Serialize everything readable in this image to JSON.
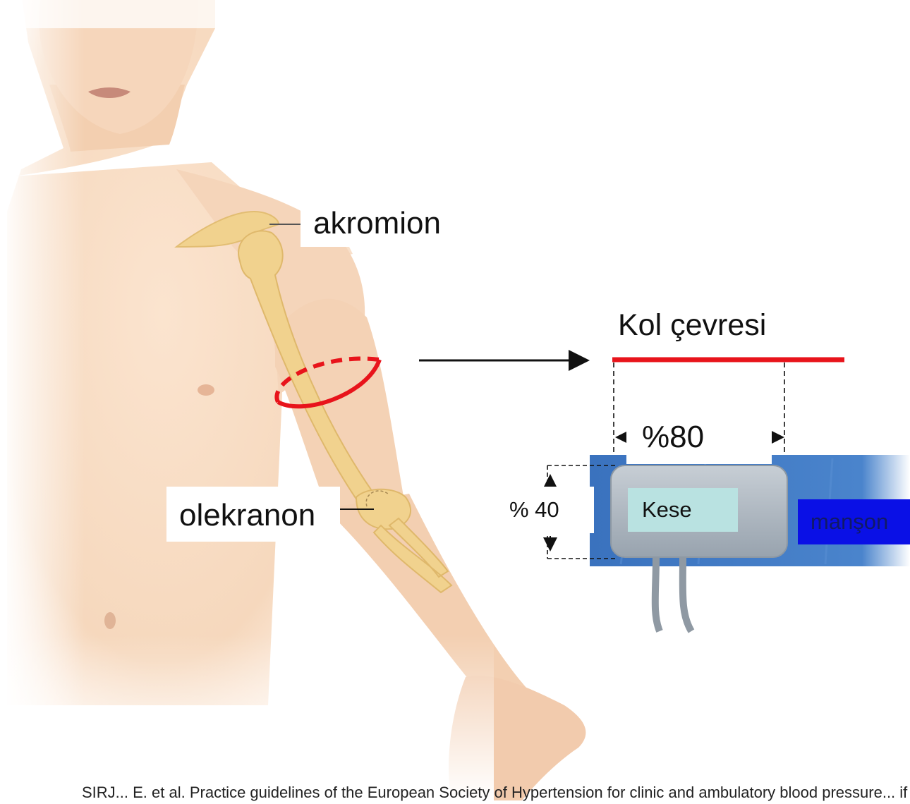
{
  "labels": {
    "acromion": "akromion",
    "olecranon": "olekranon",
    "arm_circumference": "Kol çevresi",
    "bladder_length": "%80",
    "bladder_width": "% 40",
    "bladder": "Kese",
    "cuff": "manşon"
  },
  "caption": "SIRJ... E. et al. Practice guidelines of the European Society of Hypertension for clinic and ambulatory blood pressure... if",
  "colors": {
    "circumference_line": "#e8141b",
    "cuff": "#3f78c2",
    "bladder": "#a8b2bc",
    "skin": "#f7dcc2",
    "bone": "#f1d28e"
  }
}
